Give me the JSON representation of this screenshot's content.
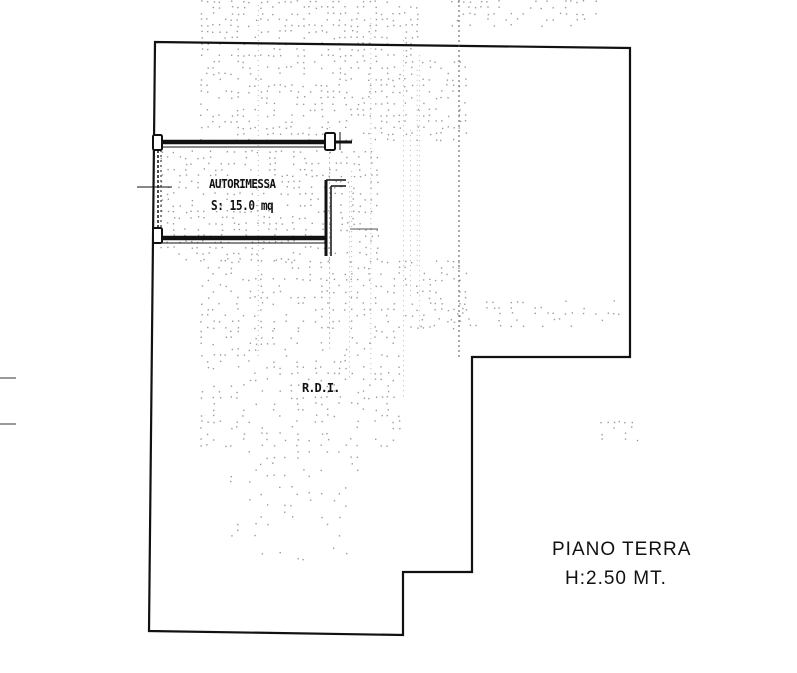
{
  "plan": {
    "room_name": "AUTORIMESSA",
    "room_area": "S: 15.0 mq",
    "rdi_label": "R.D.I.",
    "floor_title": "PIANO TERRA",
    "floor_height": "H:2.50 MT."
  },
  "colors": {
    "ink": "#111111",
    "paper": "#ffffff",
    "grid": "#9a9a9a"
  }
}
